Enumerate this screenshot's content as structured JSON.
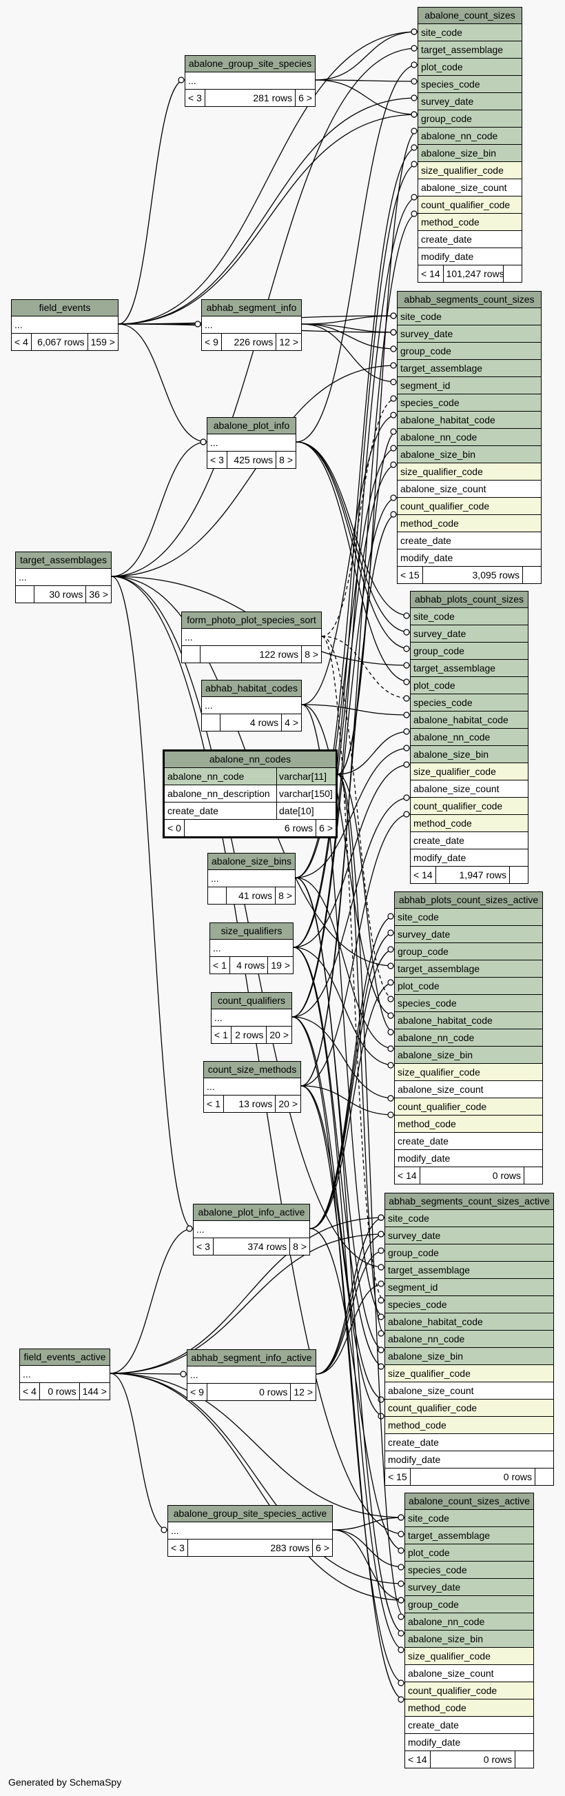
{
  "tables": [
    {
      "id": "acs",
      "name": "abalone_count_sizes",
      "columns": [
        {
          "name": "site_code",
          "kind": "key"
        },
        {
          "name": "target_assemblage",
          "kind": "key"
        },
        {
          "name": "plot_code",
          "kind": "key"
        },
        {
          "name": "species_code",
          "kind": "key"
        },
        {
          "name": "survey_date",
          "kind": "key"
        },
        {
          "name": "group_code",
          "kind": "key"
        },
        {
          "name": "abalone_nn_code",
          "kind": "key"
        },
        {
          "name": "abalone_size_bin",
          "kind": "key"
        },
        {
          "name": "size_qualifier_code",
          "kind": "idx"
        },
        {
          "name": "abalone_size_count",
          "kind": "plain"
        },
        {
          "name": "count_qualifier_code",
          "kind": "idx"
        },
        {
          "name": "method_code",
          "kind": "idx"
        },
        {
          "name": "create_date",
          "kind": "plain"
        },
        {
          "name": "modify_date",
          "kind": "plain"
        }
      ],
      "footer": {
        "parents": "< 14",
        "rows": "101,247 rows",
        "children": ""
      }
    },
    {
      "id": "agss",
      "name": "abalone_group_site_species",
      "columns": [
        {
          "name": "...",
          "kind": "plain"
        }
      ],
      "footer": {
        "parents": "< 3",
        "rows": "281 rows",
        "children": "6 >"
      }
    },
    {
      "id": "fe",
      "name": "field_events",
      "columns": [
        {
          "name": "...",
          "kind": "plain"
        }
      ],
      "footer": {
        "parents": "< 4",
        "rows": "6,067 rows",
        "children": "159 >"
      }
    },
    {
      "id": "asi",
      "name": "abhab_segment_info",
      "columns": [
        {
          "name": "...",
          "kind": "plain"
        }
      ],
      "footer": {
        "parents": "< 9",
        "rows": "226 rows",
        "children": "12 >"
      }
    },
    {
      "id": "ascs",
      "name": "abhab_segments_count_sizes",
      "columns": [
        {
          "name": "site_code",
          "kind": "key"
        },
        {
          "name": "survey_date",
          "kind": "key"
        },
        {
          "name": "group_code",
          "kind": "key"
        },
        {
          "name": "target_assemblage",
          "kind": "key"
        },
        {
          "name": "segment_id",
          "kind": "key"
        },
        {
          "name": "species_code",
          "kind": "key"
        },
        {
          "name": "abalone_habitat_code",
          "kind": "key"
        },
        {
          "name": "abalone_nn_code",
          "kind": "key"
        },
        {
          "name": "abalone_size_bin",
          "kind": "key"
        },
        {
          "name": "size_qualifier_code",
          "kind": "idx"
        },
        {
          "name": "abalone_size_count",
          "kind": "plain"
        },
        {
          "name": "count_qualifier_code",
          "kind": "idx"
        },
        {
          "name": "method_code",
          "kind": "idx"
        },
        {
          "name": "create_date",
          "kind": "plain"
        },
        {
          "name": "modify_date",
          "kind": "plain"
        }
      ],
      "footer": {
        "parents": "< 15",
        "rows": "3,095 rows",
        "children": ""
      }
    },
    {
      "id": "api",
      "name": "abalone_plot_info",
      "columns": [
        {
          "name": "...",
          "kind": "plain"
        }
      ],
      "footer": {
        "parents": "< 3",
        "rows": "425 rows",
        "children": "8 >"
      }
    },
    {
      "id": "ta",
      "name": "target_assemblages",
      "columns": [
        {
          "name": "...",
          "kind": "plain"
        }
      ],
      "footer": {
        "parents": "",
        "rows": "30 rows",
        "children": "36 >"
      }
    },
    {
      "id": "fppss",
      "name": "form_photo_plot_species_sort",
      "columns": [
        {
          "name": "...",
          "kind": "plain"
        }
      ],
      "footer": {
        "parents": "",
        "rows": "122 rows",
        "children": "8 >"
      }
    },
    {
      "id": "apcs",
      "name": "abhab_plots_count_sizes",
      "columns": [
        {
          "name": "site_code",
          "kind": "key"
        },
        {
          "name": "survey_date",
          "kind": "key"
        },
        {
          "name": "group_code",
          "kind": "key"
        },
        {
          "name": "target_assemblage",
          "kind": "key"
        },
        {
          "name": "plot_code",
          "kind": "key"
        },
        {
          "name": "species_code",
          "kind": "key"
        },
        {
          "name": "abalone_habitat_code",
          "kind": "key"
        },
        {
          "name": "abalone_nn_code",
          "kind": "key"
        },
        {
          "name": "abalone_size_bin",
          "kind": "key"
        },
        {
          "name": "size_qualifier_code",
          "kind": "idx"
        },
        {
          "name": "abalone_size_count",
          "kind": "plain"
        },
        {
          "name": "count_qualifier_code",
          "kind": "idx"
        },
        {
          "name": "method_code",
          "kind": "idx"
        },
        {
          "name": "create_date",
          "kind": "plain"
        },
        {
          "name": "modify_date",
          "kind": "plain"
        }
      ],
      "footer": {
        "parents": "< 14",
        "rows": "1,947 rows",
        "children": ""
      }
    },
    {
      "id": "ahc",
      "name": "abhab_habitat_codes",
      "columns": [
        {
          "name": "...",
          "kind": "plain"
        }
      ],
      "footer": {
        "parents": "",
        "rows": "4 rows",
        "children": "4 >"
      }
    },
    {
      "id": "anc",
      "name": "abalone_nn_codes",
      "columns": [
        {
          "name": "abalone_nn_code",
          "type": "varchar[11]",
          "kind": "key"
        },
        {
          "name": "abalone_nn_description",
          "type": "varchar[150]",
          "kind": "plain"
        },
        {
          "name": "create_date",
          "type": "date[10]",
          "kind": "plain"
        }
      ],
      "footer": {
        "parents": "< 0",
        "rows": "6 rows",
        "children": "6 >"
      }
    },
    {
      "id": "asb",
      "name": "abalone_size_bins",
      "columns": [
        {
          "name": "...",
          "kind": "plain"
        }
      ],
      "footer": {
        "parents": "",
        "rows": "41 rows",
        "children": "8 >"
      }
    },
    {
      "id": "sq",
      "name": "size_qualifiers",
      "columns": [
        {
          "name": "...",
          "kind": "plain"
        }
      ],
      "footer": {
        "parents": "< 1",
        "rows": "4 rows",
        "children": "19 >"
      }
    },
    {
      "id": "cq",
      "name": "count_qualifiers",
      "columns": [
        {
          "name": "...",
          "kind": "plain"
        }
      ],
      "footer": {
        "parents": "< 1",
        "rows": "2 rows",
        "children": "20 >"
      }
    },
    {
      "id": "csm",
      "name": "count_size_methods",
      "columns": [
        {
          "name": "...",
          "kind": "plain"
        }
      ],
      "footer": {
        "parents": "< 1",
        "rows": "13 rows",
        "children": "20 >"
      }
    },
    {
      "id": "apcsa",
      "name": "abhab_plots_count_sizes_active",
      "columns": [
        {
          "name": "site_code",
          "kind": "key"
        },
        {
          "name": "survey_date",
          "kind": "key"
        },
        {
          "name": "group_code",
          "kind": "key"
        },
        {
          "name": "target_assemblage",
          "kind": "key"
        },
        {
          "name": "plot_code",
          "kind": "key"
        },
        {
          "name": "species_code",
          "kind": "key"
        },
        {
          "name": "abalone_habitat_code",
          "kind": "key"
        },
        {
          "name": "abalone_nn_code",
          "kind": "key"
        },
        {
          "name": "abalone_size_bin",
          "kind": "key"
        },
        {
          "name": "size_qualifier_code",
          "kind": "idx"
        },
        {
          "name": "abalone_size_count",
          "kind": "plain"
        },
        {
          "name": "count_qualifier_code",
          "kind": "idx"
        },
        {
          "name": "method_code",
          "kind": "idx"
        },
        {
          "name": "create_date",
          "kind": "plain"
        },
        {
          "name": "modify_date",
          "kind": "plain"
        }
      ],
      "footer": {
        "parents": "< 14",
        "rows": "0 rows",
        "children": ""
      }
    },
    {
      "id": "apia",
      "name": "abalone_plot_info_active",
      "columns": [
        {
          "name": "...",
          "kind": "plain"
        }
      ],
      "footer": {
        "parents": "< 3",
        "rows": "374 rows",
        "children": "8 >"
      }
    },
    {
      "id": "ascsa",
      "name": "abhab_segments_count_sizes_active",
      "columns": [
        {
          "name": "site_code",
          "kind": "key"
        },
        {
          "name": "survey_date",
          "kind": "key"
        },
        {
          "name": "group_code",
          "kind": "key"
        },
        {
          "name": "target_assemblage",
          "kind": "key"
        },
        {
          "name": "segment_id",
          "kind": "key"
        },
        {
          "name": "species_code",
          "kind": "key"
        },
        {
          "name": "abalone_habitat_code",
          "kind": "key"
        },
        {
          "name": "abalone_nn_code",
          "kind": "key"
        },
        {
          "name": "abalone_size_bin",
          "kind": "key"
        },
        {
          "name": "size_qualifier_code",
          "kind": "idx"
        },
        {
          "name": "abalone_size_count",
          "kind": "plain"
        },
        {
          "name": "count_qualifier_code",
          "kind": "idx"
        },
        {
          "name": "method_code",
          "kind": "idx"
        },
        {
          "name": "create_date",
          "kind": "plain"
        },
        {
          "name": "modify_date",
          "kind": "plain"
        }
      ],
      "footer": {
        "parents": "< 15",
        "rows": "0 rows",
        "children": ""
      }
    },
    {
      "id": "fea",
      "name": "field_events_active",
      "columns": [
        {
          "name": "...",
          "kind": "plain"
        }
      ],
      "footer": {
        "parents": "< 4",
        "rows": "0 rows",
        "children": "144 >"
      }
    },
    {
      "id": "asia",
      "name": "abhab_segment_info_active",
      "columns": [
        {
          "name": "...",
          "kind": "plain"
        }
      ],
      "footer": {
        "parents": "< 9",
        "rows": "0 rows",
        "children": "12 >"
      }
    },
    {
      "id": "agssa",
      "name": "abalone_group_site_species_active",
      "columns": [
        {
          "name": "...",
          "kind": "plain"
        }
      ],
      "footer": {
        "parents": "< 3",
        "rows": "283 rows",
        "children": "6 >"
      }
    },
    {
      "id": "acsa",
      "name": "abalone_count_sizes_active",
      "columns": [
        {
          "name": "site_code",
          "kind": "key"
        },
        {
          "name": "target_assemblage",
          "kind": "key"
        },
        {
          "name": "plot_code",
          "kind": "key"
        },
        {
          "name": "species_code",
          "kind": "key"
        },
        {
          "name": "survey_date",
          "kind": "key"
        },
        {
          "name": "group_code",
          "kind": "key"
        },
        {
          "name": "abalone_nn_code",
          "kind": "key"
        },
        {
          "name": "abalone_size_bin",
          "kind": "key"
        },
        {
          "name": "size_qualifier_code",
          "kind": "idx"
        },
        {
          "name": "abalone_size_count",
          "kind": "plain"
        },
        {
          "name": "count_qualifier_code",
          "kind": "idx"
        },
        {
          "name": "method_code",
          "kind": "idx"
        },
        {
          "name": "create_date",
          "kind": "plain"
        },
        {
          "name": "modify_date",
          "kind": "plain"
        }
      ],
      "footer": {
        "parents": "< 14",
        "rows": "0 rows",
        "children": ""
      }
    }
  ],
  "footer_text": "Generated by SchemaSpy",
  "colors": {
    "background": "#f8f8f8",
    "table_header": "#9bab96",
    "key_column": "#bed1b8",
    "index_column": "#f4f7da",
    "line": "#000000"
  }
}
